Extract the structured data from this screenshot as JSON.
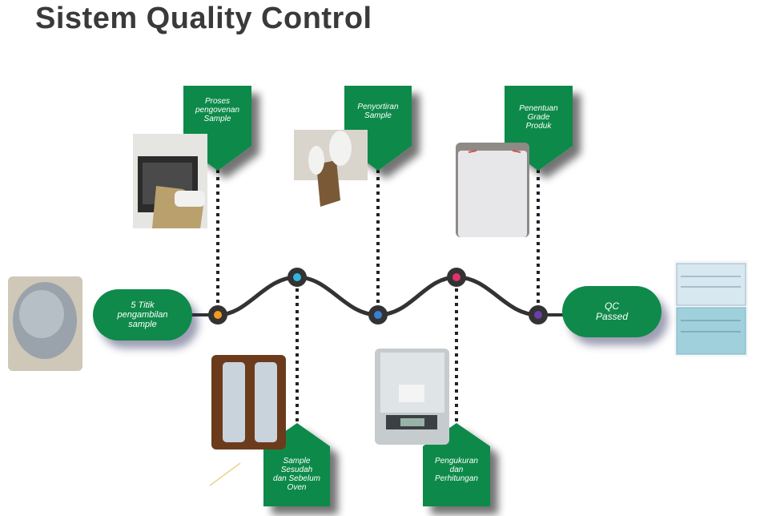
{
  "title": "Sistem Quality Control",
  "start_label": "5 Titik\npengambilan\nsample",
  "end_label": "QC\nPassed",
  "top_steps": [
    {
      "label": "Proses\npengovenan\nSample"
    },
    {
      "label": "Penyortiran\nSample"
    },
    {
      "label": "Penentuan\nGrade\nProduk"
    }
  ],
  "bottom_steps": [
    {
      "label": "Sample\nSesudah\ndan Sebelum\nOven"
    },
    {
      "label": "Pengukuran\ndan\nPerhitungan"
    }
  ],
  "colors": {
    "green": "#0f8a4a",
    "node_orange": "#f39a1e",
    "node_cyan": "#32b6e0",
    "node_blue": "#3a7fd5",
    "node_pink": "#e0336e",
    "node_purple": "#6a3fa8",
    "line": "#333333"
  },
  "icons": [
    "oven-photo-icon",
    "sorting-photo-icon",
    "bag-photo-icon",
    "pellets-photo-icon",
    "tray-photo-icon",
    "scale-photo-icon",
    "certificate-photo-icon"
  ]
}
